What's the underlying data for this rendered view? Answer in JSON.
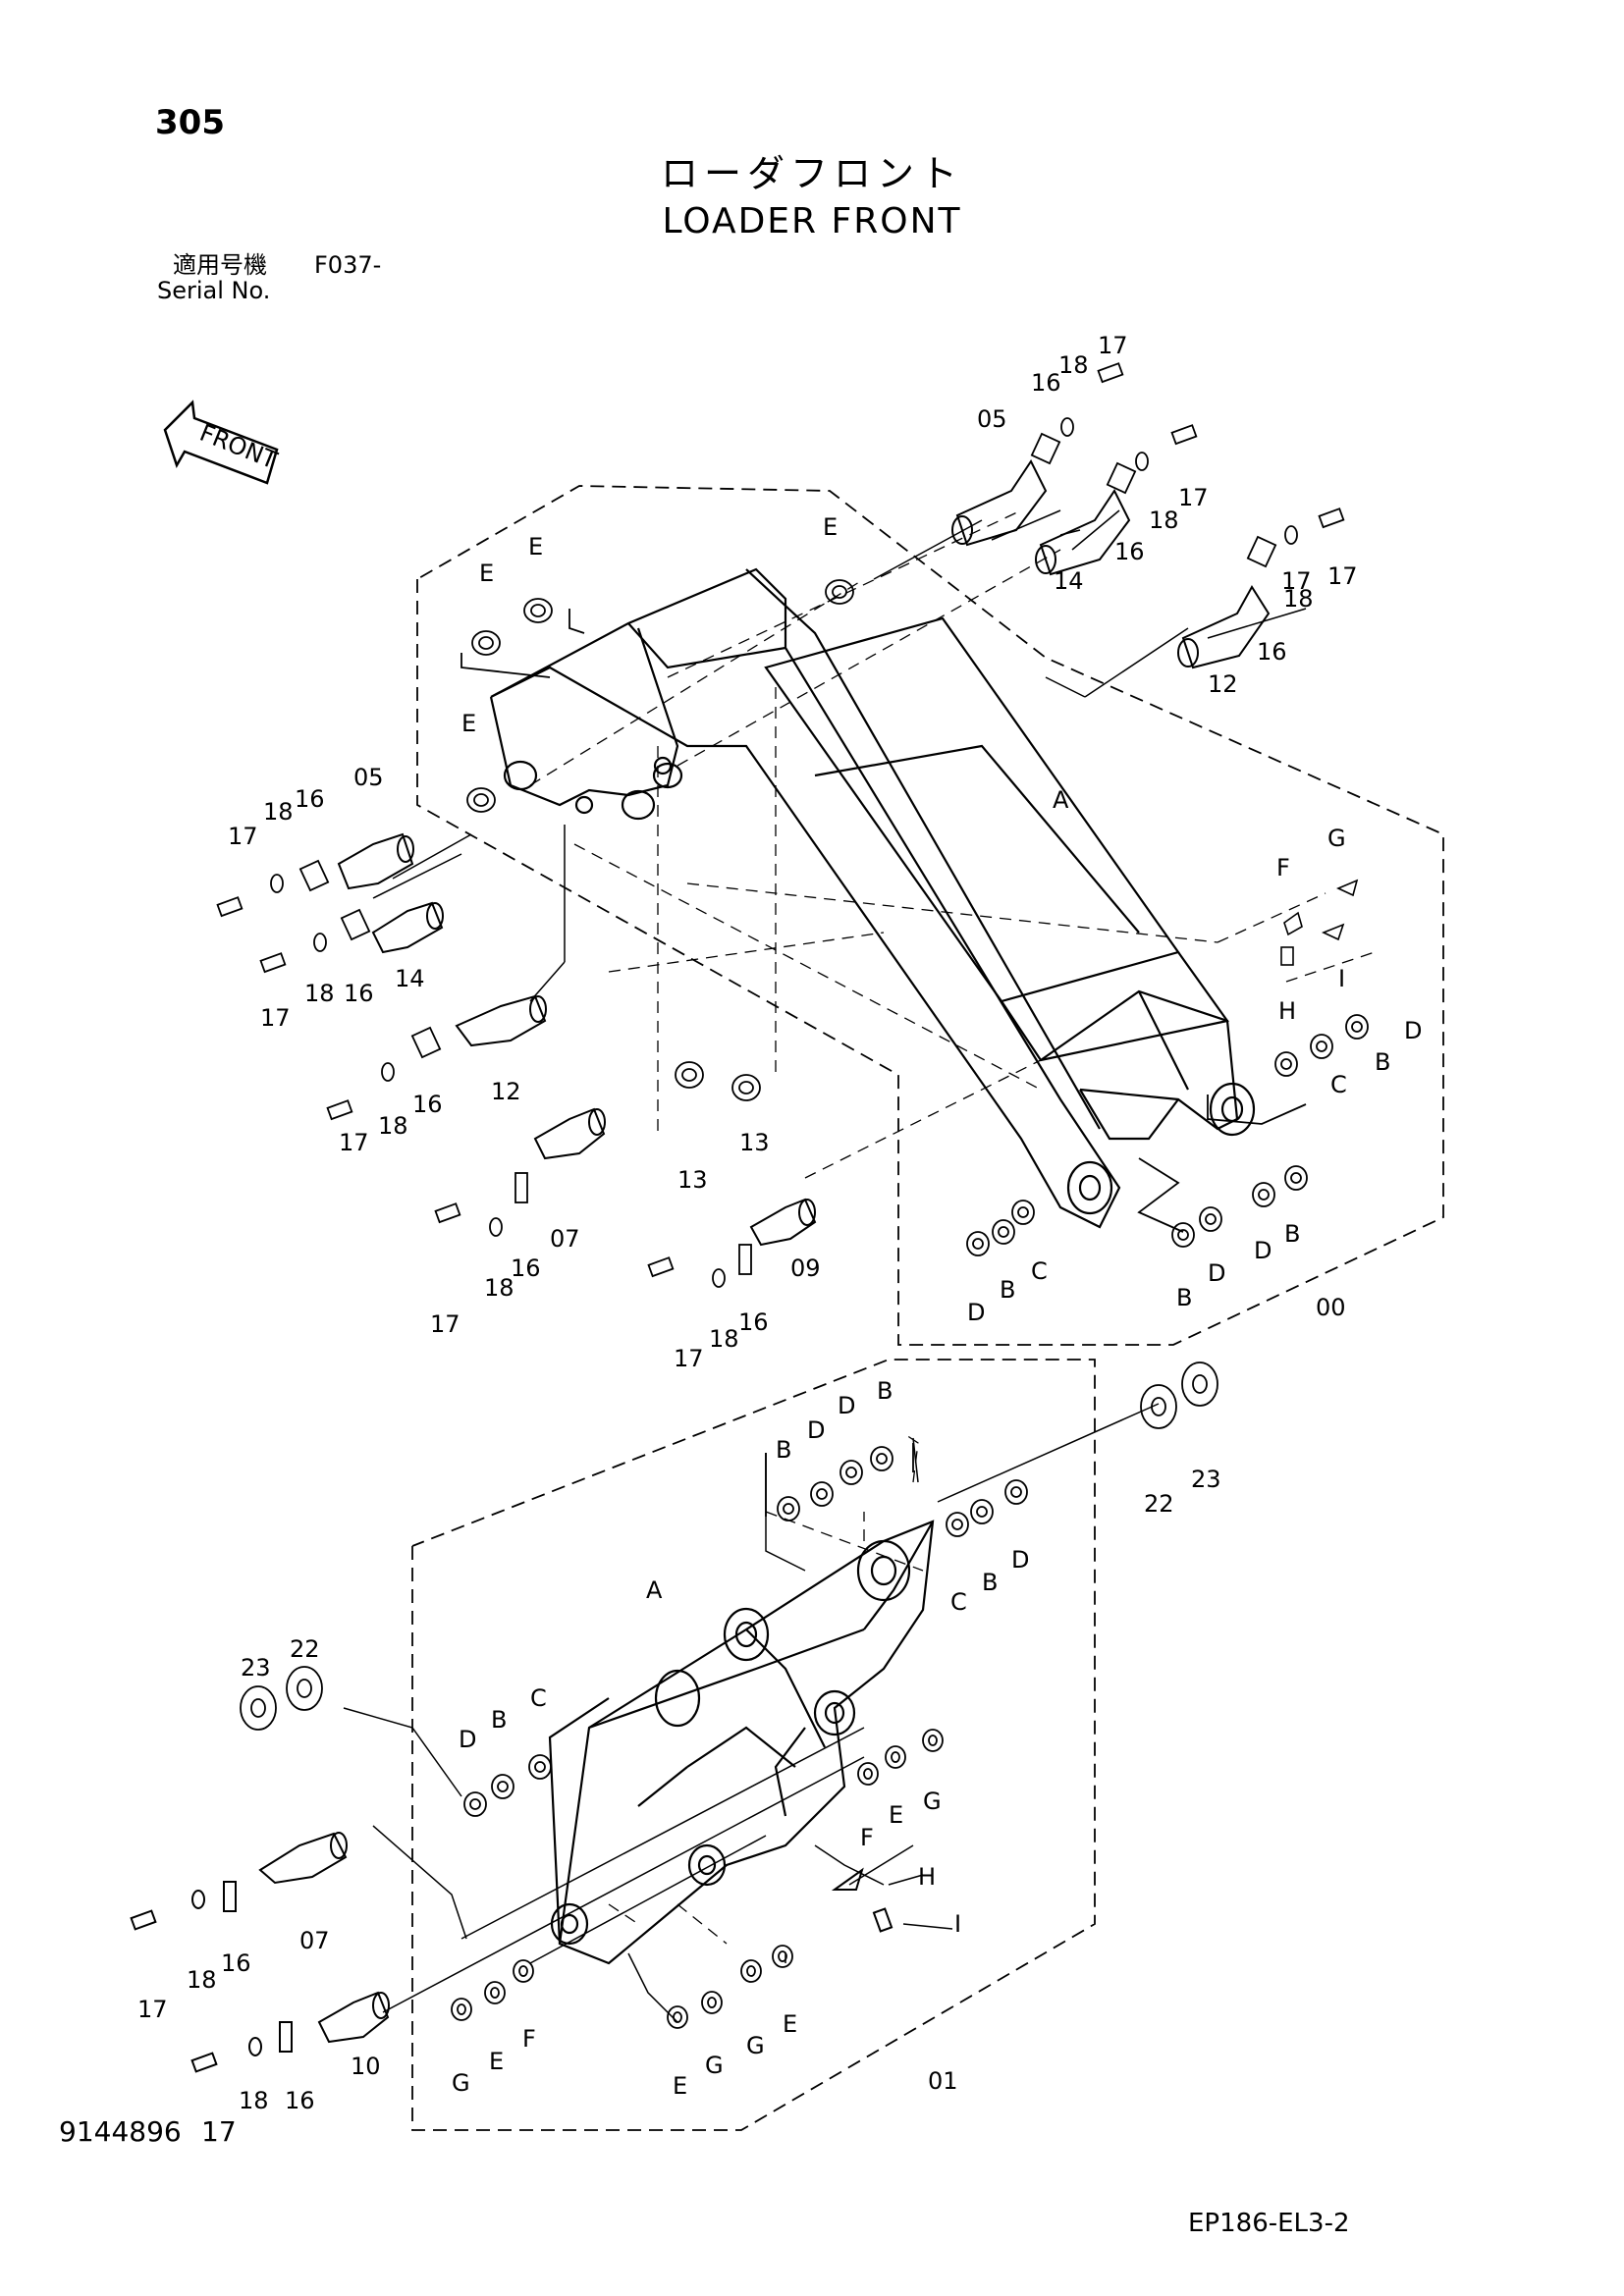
{
  "page": {
    "number": "305",
    "title_jp": "ローダフロント",
    "title_en": "LOADER FRONT",
    "serial_label_jp": "適用号機",
    "serial_code": "F037-",
    "serial_label_en": "Serial No.",
    "document_number": "9144896",
    "document_number_part": "17",
    "reference_code": "EP186-EL3-2"
  },
  "front_arrow": {
    "label": "FRONT"
  },
  "callouts": {
    "c01": "17",
    "c02": "18",
    "c03": "16",
    "c04": "05",
    "c05": "17",
    "c06": "18",
    "c07": "17",
    "c08": "E",
    "c09": "16",
    "c10": "14",
    "c11": "18",
    "c12": "17",
    "c13": "E",
    "c14": "E",
    "c15": "12",
    "c16": "16",
    "c17": "E",
    "c18": "05",
    "c19": "18",
    "c20": "16",
    "c21": "17",
    "c22": "17",
    "c23": "18",
    "c24": "16",
    "c25": "14",
    "c26": "A",
    "c27": "F",
    "c28": "G",
    "c29": "I",
    "c30": "H",
    "c31": "D",
    "c32": "B",
    "c33": "C",
    "c34": "12",
    "c35": "16",
    "c36": "18",
    "c37": "17",
    "c38": "13",
    "c39": "13",
    "c40": "07",
    "c41": "16",
    "c42": "18",
    "c43": "17",
    "c44": "09",
    "c45": "16",
    "c46": "18",
    "c47": "17",
    "c48": "D",
    "c49": "B",
    "c50": "C",
    "c51": "B",
    "c52": "D",
    "c53": "D",
    "c54": "B",
    "c55": "00",
    "c56": "B",
    "c57": "D",
    "c58": "D",
    "c59": "B",
    "c60": "22",
    "c61": "23",
    "c62": "C",
    "c63": "B",
    "c64": "D",
    "c65": "A",
    "c66": "23",
    "c67": "22",
    "c68": "D",
    "c69": "B",
    "c70": "C",
    "c71": "F",
    "c72": "E",
    "c73": "G",
    "c74": "H",
    "c75": "I",
    "c76": "07",
    "c77": "16",
    "c78": "18",
    "c79": "17",
    "c80": "G",
    "c81": "E",
    "c82": "F",
    "c83": "E",
    "c84": "G",
    "c85": "G",
    "c86": "E",
    "c87": "01",
    "c88": "10",
    "c89": "18",
    "c90": "16"
  }
}
